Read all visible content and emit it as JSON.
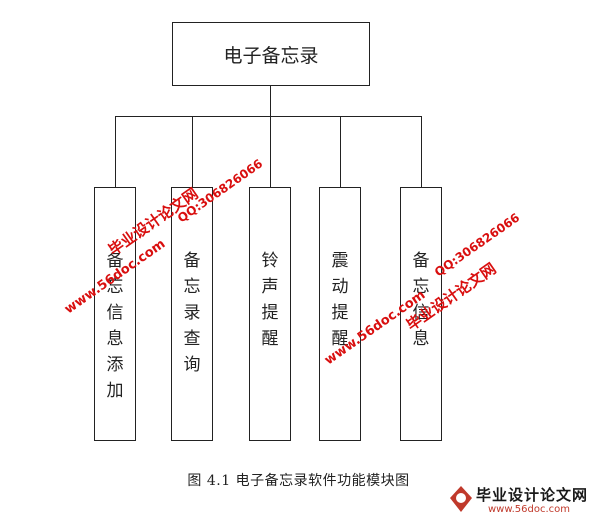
{
  "diagram": {
    "root": "电子备忘录",
    "modules": [
      {
        "label": "备忘信息添加"
      },
      {
        "label": "备忘录查询"
      },
      {
        "label": "铃声提醒"
      },
      {
        "label": "震动提醒"
      },
      {
        "label": "备忘信息"
      }
    ],
    "caption": "图 4.1  电子备忘录软件功能模块图"
  },
  "watermarks": {
    "site": "www.56doc.com",
    "brand": "毕业设计论文网",
    "qq": "QQ:306826066"
  },
  "logo": {
    "text": "毕业设计论文网",
    "site": "www.56doc.com"
  },
  "colors": {
    "watermark": "#d90f0f",
    "line": "#222222"
  }
}
